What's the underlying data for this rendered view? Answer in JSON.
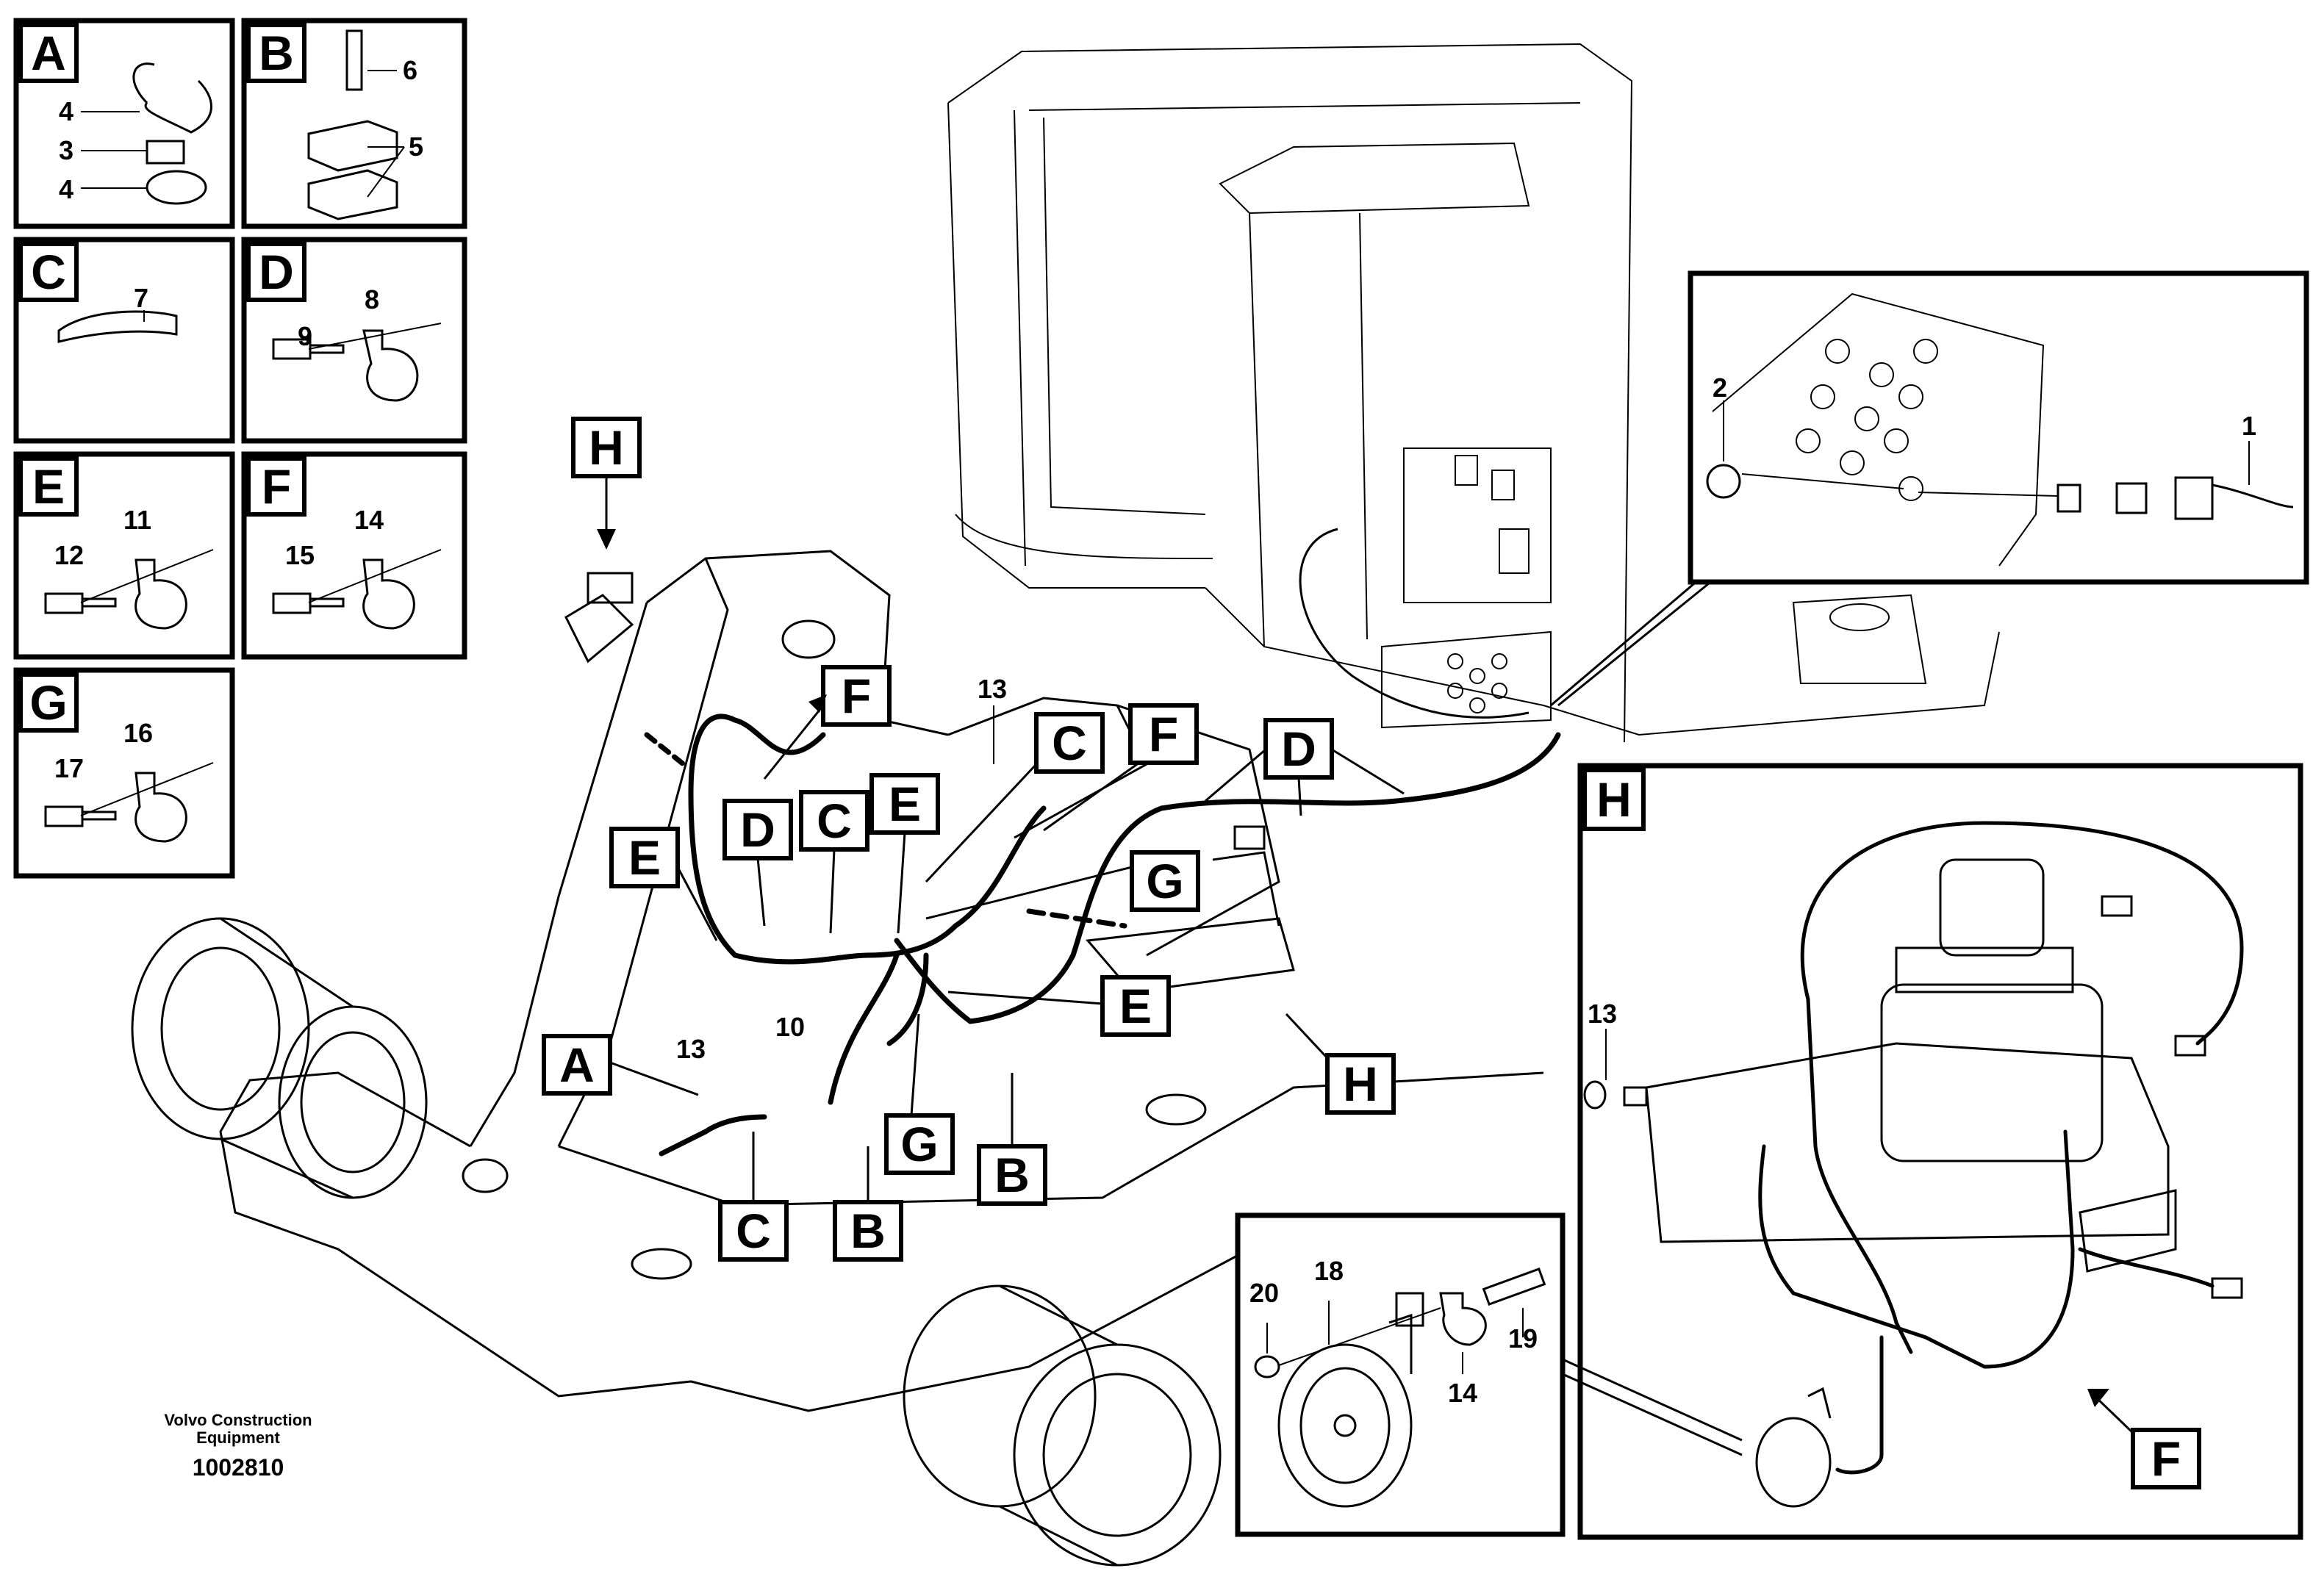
{
  "document": {
    "publisher_line1": "Volvo Construction",
    "publisher_line2": "Equipment",
    "drawing_number": "1002810"
  },
  "detail_panels": [
    {
      "id": "A",
      "parts": [
        "4",
        "3",
        "4"
      ]
    },
    {
      "id": "B",
      "parts": [
        "6",
        "5"
      ]
    },
    {
      "id": "C",
      "parts": [
        "7"
      ]
    },
    {
      "id": "D",
      "parts": [
        "9",
        "8"
      ]
    },
    {
      "id": "E",
      "parts": [
        "12",
        "11"
      ]
    },
    {
      "id": "F",
      "parts": [
        "15",
        "14"
      ]
    },
    {
      "id": "G",
      "parts": [
        "17",
        "16"
      ]
    }
  ],
  "main_callouts": [
    "H",
    "F",
    "E",
    "D",
    "C",
    "E",
    "C",
    "F",
    "D",
    "G",
    "E",
    "A",
    "G",
    "B",
    "C",
    "B",
    "H"
  ],
  "main_part_numbers": [
    "13",
    "13",
    "10"
  ],
  "connector_inset": {
    "parts": [
      "2",
      "1"
    ]
  },
  "horn_inset": {
    "parts": [
      "20",
      "18",
      "14",
      "19"
    ]
  },
  "lamp_inset": {
    "id": "H",
    "parts": [
      "13"
    ],
    "callout": "F"
  }
}
